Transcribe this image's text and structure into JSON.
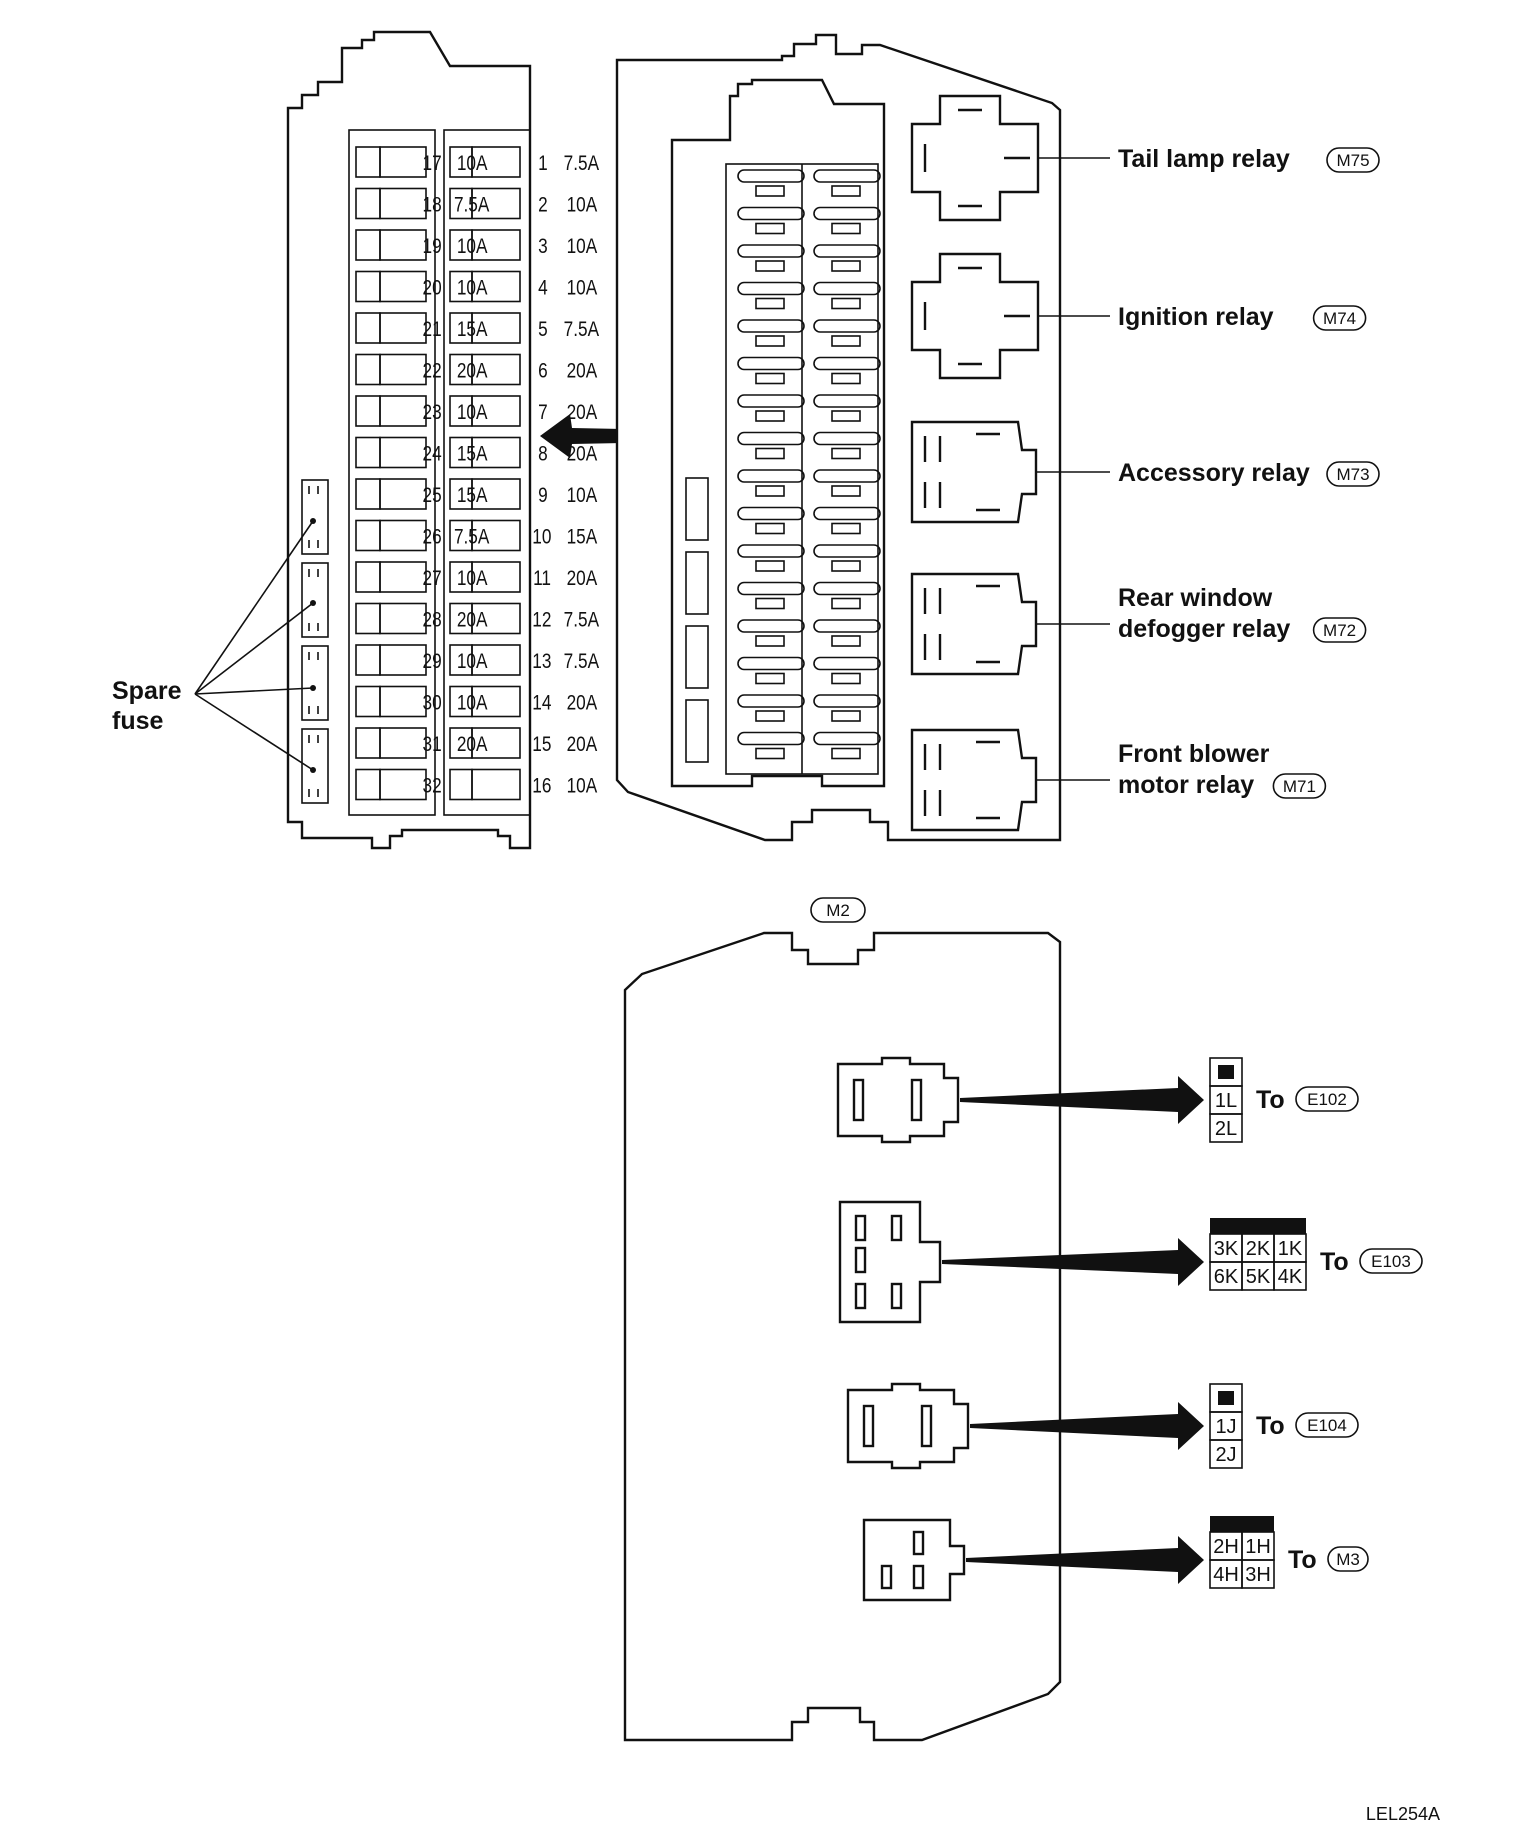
{
  "fuse_block": {
    "left_column": [
      {
        "no": "17",
        "amp": "10A"
      },
      {
        "no": "18",
        "amp": "7.5A"
      },
      {
        "no": "19",
        "amp": "10A"
      },
      {
        "no": "20",
        "amp": "10A"
      },
      {
        "no": "21",
        "amp": "15A"
      },
      {
        "no": "22",
        "amp": "20A"
      },
      {
        "no": "23",
        "amp": "10A"
      },
      {
        "no": "24",
        "amp": "15A"
      },
      {
        "no": "25",
        "amp": "15A"
      },
      {
        "no": "26",
        "amp": "7.5A"
      },
      {
        "no": "27",
        "amp": "10A"
      },
      {
        "no": "28",
        "amp": "20A"
      },
      {
        "no": "29",
        "amp": "10A"
      },
      {
        "no": "30",
        "amp": "10A"
      },
      {
        "no": "31",
        "amp": "20A"
      },
      {
        "no": "32",
        "amp": ""
      }
    ],
    "right_column": [
      {
        "no": "1",
        "amp": "7.5A"
      },
      {
        "no": "2",
        "amp": "10A"
      },
      {
        "no": "3",
        "amp": "10A"
      },
      {
        "no": "4",
        "amp": "10A"
      },
      {
        "no": "5",
        "amp": "7.5A"
      },
      {
        "no": "6",
        "amp": "20A"
      },
      {
        "no": "7",
        "amp": "20A"
      },
      {
        "no": "8",
        "amp": "20A"
      },
      {
        "no": "9",
        "amp": "10A"
      },
      {
        "no": "10",
        "amp": "15A"
      },
      {
        "no": "11",
        "amp": "20A"
      },
      {
        "no": "12",
        "amp": "7.5A"
      },
      {
        "no": "13",
        "amp": "7.5A"
      },
      {
        "no": "14",
        "amp": "20A"
      },
      {
        "no": "15",
        "amp": "20A"
      },
      {
        "no": "16",
        "amp": "10A"
      }
    ],
    "spare_fuse_label": [
      "Spare",
      "fuse"
    ]
  },
  "relays": [
    {
      "lines": [
        "Tail lamp relay"
      ],
      "code": "M75",
      "shape": "cross"
    },
    {
      "lines": [
        "Ignition relay"
      ],
      "code": "M74",
      "shape": "cross"
    },
    {
      "lines": [
        "Accessory relay"
      ],
      "code": "M73",
      "shape": "block"
    },
    {
      "lines": [
        "Rear window",
        "defogger relay"
      ],
      "code": "M72",
      "shape": "block"
    },
    {
      "lines": [
        "Front blower",
        "motor relay"
      ],
      "code": "M71",
      "shape": "block"
    }
  ],
  "rear_connector_code": "M2",
  "connectors": [
    {
      "to": "To",
      "code": "E102",
      "pins": [
        [
          "1L"
        ],
        [
          "2L"
        ]
      ]
    },
    {
      "to": "To",
      "code": "E103",
      "pins": [
        [
          "3K",
          "2K",
          "1K"
        ],
        [
          "6K",
          "5K",
          "4K"
        ]
      ]
    },
    {
      "to": "To",
      "code": "E104",
      "pins": [
        [
          "1J"
        ],
        [
          "2J"
        ]
      ]
    },
    {
      "to": "To",
      "code": "M3",
      "pins": [
        [
          "2H",
          "1H"
        ],
        [
          "4H",
          "3H"
        ]
      ]
    }
  ],
  "figure_code": "LEL254A"
}
